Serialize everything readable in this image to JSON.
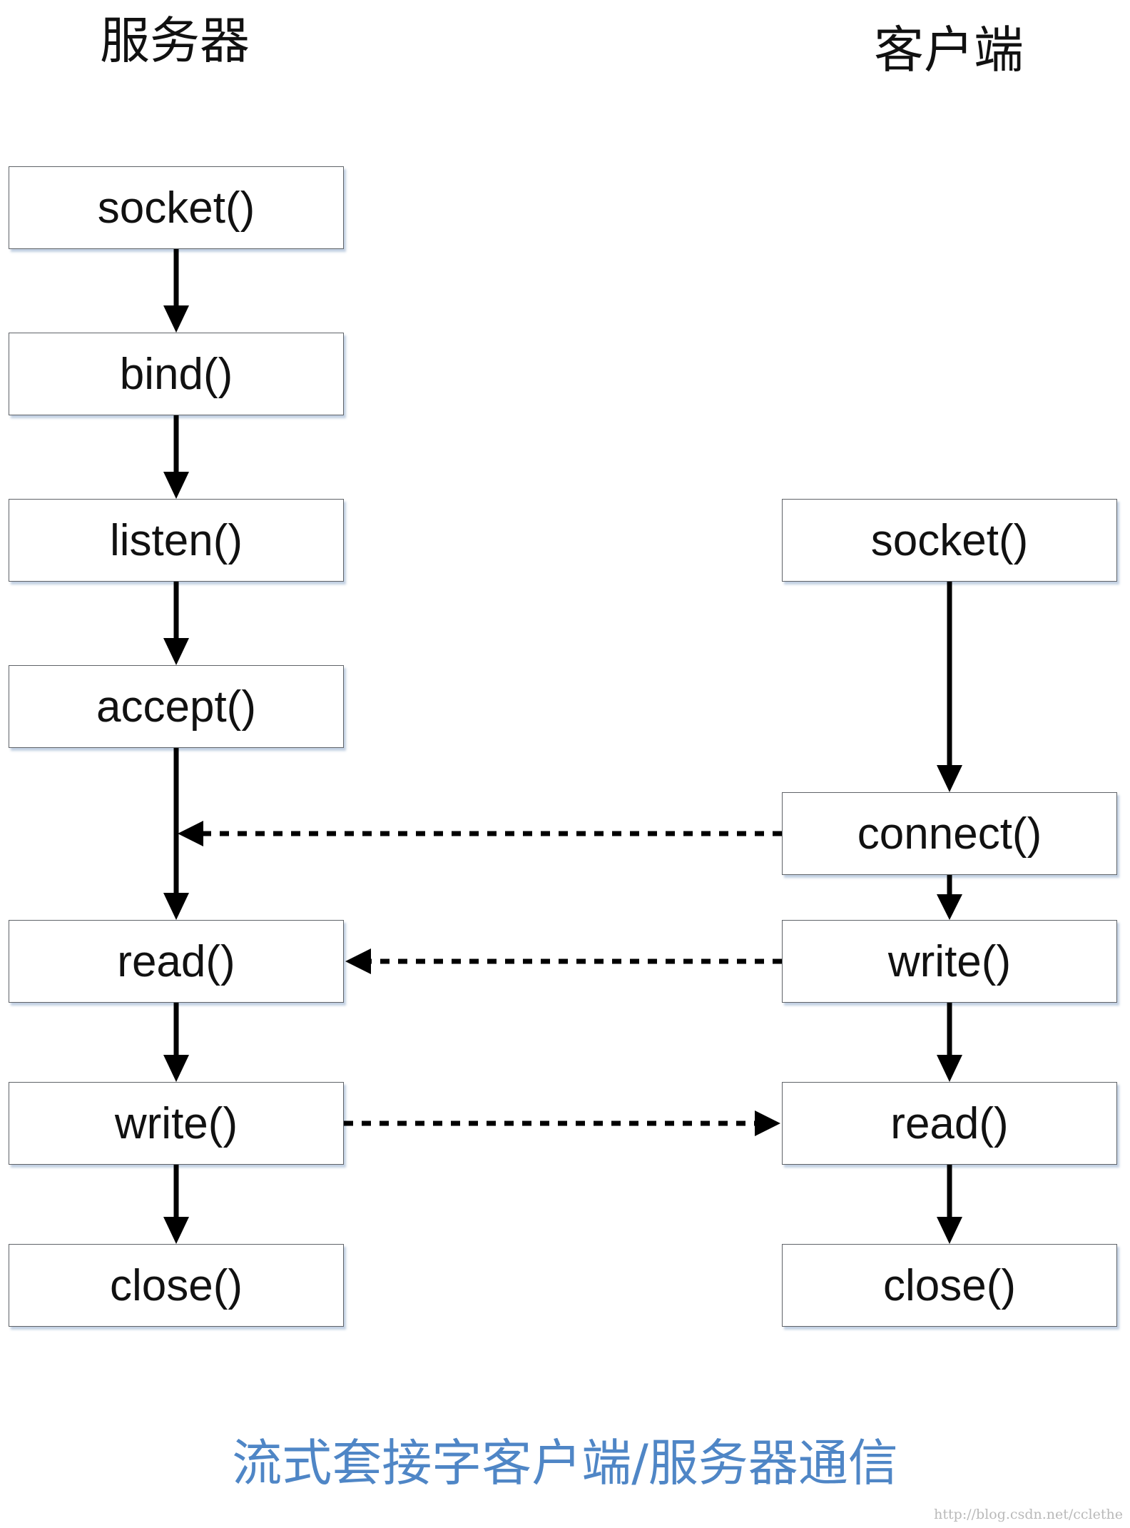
{
  "server": {
    "title": "服务器",
    "steps": [
      "socket()",
      "bind()",
      "listen()",
      "accept()",
      "read()",
      "write()",
      "close()"
    ]
  },
  "client": {
    "title": "客户端",
    "steps": [
      "socket()",
      "connect()",
      "write()",
      "read()",
      "close()"
    ]
  },
  "caption": "流式套接字客户端/服务器通信",
  "watermark": "http://blog.csdn.net/cclethe"
}
